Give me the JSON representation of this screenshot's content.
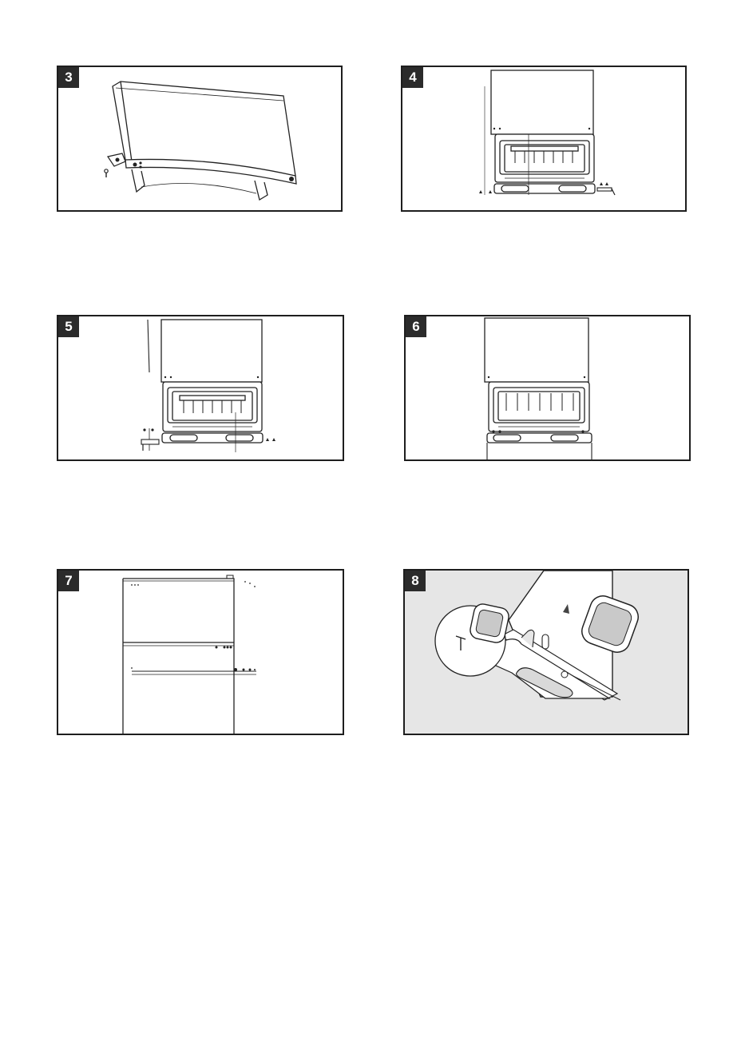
{
  "steps": [
    {
      "number": "3"
    },
    {
      "number": "4"
    },
    {
      "number": "5"
    },
    {
      "number": "6"
    },
    {
      "number": "7"
    },
    {
      "number": "8"
    }
  ]
}
